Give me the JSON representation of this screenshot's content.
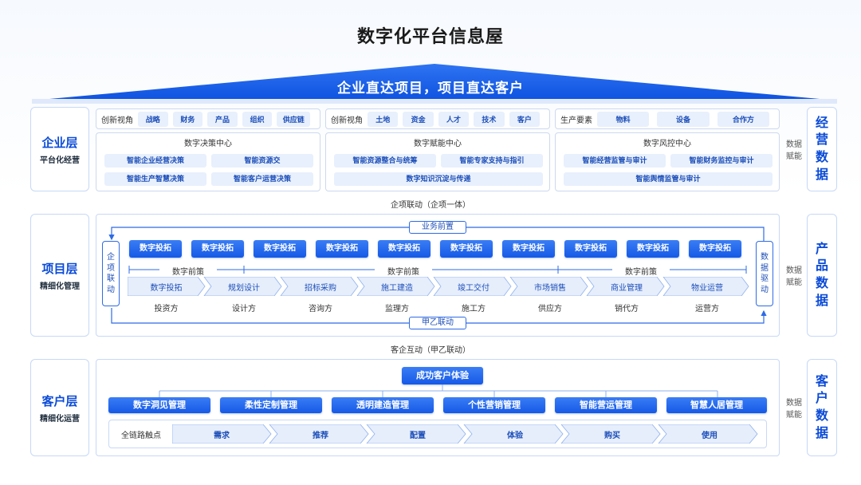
{
  "title": "数字化平台信息屋",
  "roof": "企业直达项目，项目直达客户",
  "layers": {
    "enterprise": {
      "title": "企业层",
      "subtitle": "平台化经营"
    },
    "project": {
      "title": "项目层",
      "subtitle": "精细化管理"
    },
    "customer": {
      "title": "客户层",
      "subtitle": "精细化运营"
    }
  },
  "right": {
    "r1": [
      "经",
      "营",
      "数",
      "据"
    ],
    "r2": [
      "产",
      "品",
      "数",
      "据"
    ],
    "r3": [
      "客",
      "户",
      "数",
      "据"
    ]
  },
  "empower": {
    "line1": "数据",
    "line2": "赋能"
  },
  "enterprise_rows": {
    "g1": {
      "label": "创新视角",
      "items": [
        "战略",
        "财务",
        "产品",
        "组织",
        "供应链"
      ]
    },
    "g2": {
      "label": "创新视角",
      "items": [
        "土地",
        "资金",
        "人才",
        "技术",
        "客户"
      ]
    },
    "g3": {
      "label": "生产要素",
      "items": [
        "物料",
        "设备",
        "合作方"
      ]
    }
  },
  "centers": {
    "c1": {
      "title": "数字决策中心",
      "items": [
        "智能企业经营决策",
        "智能资源交",
        "智能生产智慧决策",
        "智能客户运营决策"
      ]
    },
    "c2": {
      "title": "数字赋能中心",
      "items": [
        "智能资源整合与统筹",
        "智能专家支持与指引",
        "数字知识沉淀与传递"
      ]
    },
    "c3": {
      "title": "数字风控中心",
      "items": [
        "智能经营监管与审计",
        "智能财务监控与审计",
        "智能舆情监管与审计"
      ]
    }
  },
  "link1": "企项联动（企项一体）",
  "link2": "客企互动（甲乙联动）",
  "project": {
    "top_pill": "业务前置",
    "bottom_pill": "甲乙联动",
    "left_pill": [
      "企",
      "项",
      "联",
      "动"
    ],
    "right_pill": [
      "数",
      "据",
      "驱",
      "动"
    ],
    "btn": "数字投拓",
    "front": "数字前策",
    "stages": [
      "数字投拓",
      "规划设计",
      "招标采购",
      "施工建造",
      "竣工交付",
      "市场销售",
      "商业管理",
      "物业运营"
    ],
    "parties": [
      "投资方",
      "设计方",
      "咨询方",
      "监理方",
      "施工方",
      "供应方",
      "销代方",
      "运营方"
    ]
  },
  "customer": {
    "head": "成功客户体验",
    "mgmt": [
      "数字洞见管理",
      "柔性定制管理",
      "透明建造管理",
      "个性营销管理",
      "智能营运管理",
      "智慧人居管理"
    ],
    "touch_label": "全链路触点",
    "touch": [
      "需求",
      "推荐",
      "配置",
      "体验",
      "购买",
      "使用"
    ]
  }
}
